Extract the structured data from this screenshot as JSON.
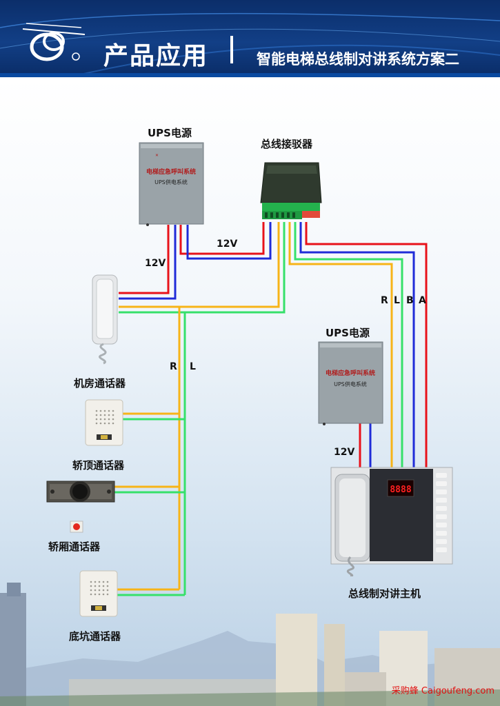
{
  "header": {
    "title": "产品应用",
    "subtitle": "智能电梯总线制对讲系统方案二"
  },
  "devices": {
    "ups_top_title": "UPS电源",
    "ups_bottom_title": "UPS电源",
    "ups_panel_line1": "电梯应急呼叫系统",
    "ups_panel_line2": "UPS供电系统",
    "junction_title": "总线接驳器",
    "machine_room": "机房通话器",
    "car_top": "轿顶通话器",
    "car_cabin": "轿厢通话器",
    "pit": "底坑通话器",
    "host": "总线制对讲主机",
    "host_display": "8888"
  },
  "wire_labels": {
    "v12_a": "12V",
    "v12_b": "12V",
    "v12_c": "12V",
    "r": "R",
    "l": "L",
    "bus_r": "R",
    "bus_l": "L",
    "bus_b": "B",
    "bus_a": "A"
  },
  "colors": {
    "red": "#e8121a",
    "blue": "#1f2bd8",
    "orange": "#f7b417",
    "green": "#36e06a"
  },
  "watermark": "采购蜂 Caigoufeng.com"
}
